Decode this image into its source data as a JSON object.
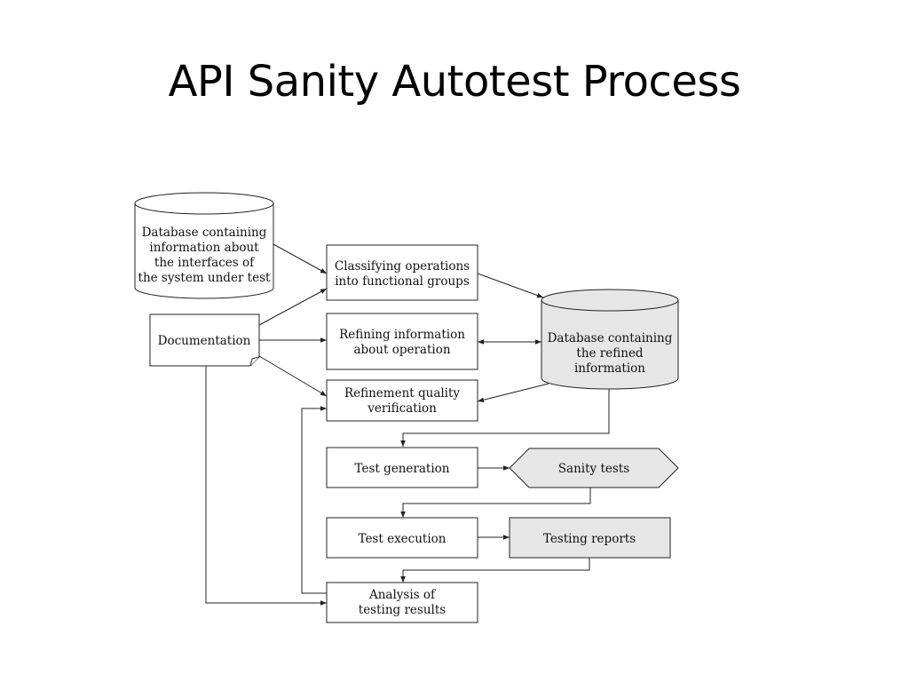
{
  "title": "API Sanity Autotest Process",
  "colors": {
    "line": "#222222",
    "box_fill": "#ffffff",
    "shaded_fill": "#e6e6e6",
    "text": "#111111"
  },
  "nodes": {
    "db_interfaces": {
      "shape": "cylinder",
      "lines": [
        "Database containing",
        "information about",
        "the interfaces of",
        "the system under test"
      ]
    },
    "documentation": {
      "shape": "document",
      "lines": [
        "Documentation"
      ]
    },
    "classifying": {
      "shape": "box",
      "lines": [
        "Classifying operations",
        "into functional groups"
      ]
    },
    "refining": {
      "shape": "box",
      "lines": [
        "Refining information",
        "about operation"
      ]
    },
    "quality": {
      "shape": "box",
      "lines": [
        "Refinement quality",
        "verification"
      ]
    },
    "db_refined": {
      "shape": "cylinder",
      "lines": [
        "Database containing",
        "the refined",
        "information"
      ]
    },
    "test_generation": {
      "shape": "box",
      "lines": [
        "Test generation"
      ]
    },
    "sanity_tests": {
      "shape": "hexagon",
      "lines": [
        "Sanity tests"
      ]
    },
    "test_execution": {
      "shape": "box",
      "lines": [
        "Test execution"
      ]
    },
    "testing_reports": {
      "shape": "box",
      "lines": [
        "Testing reports"
      ]
    },
    "analysis": {
      "shape": "box",
      "lines": [
        "Analysis of",
        "testing results"
      ]
    }
  },
  "edges": [
    {
      "from": "db_interfaces",
      "to": "classifying"
    },
    {
      "from": "documentation",
      "to": "classifying"
    },
    {
      "from": "documentation",
      "to": "refining"
    },
    {
      "from": "documentation",
      "to": "quality"
    },
    {
      "from": "documentation",
      "to": "analysis"
    },
    {
      "from": "classifying",
      "to": "db_refined"
    },
    {
      "from": "refining",
      "to": "db_refined",
      "bidirectional": true
    },
    {
      "from": "db_refined",
      "to": "quality"
    },
    {
      "from": "db_refined",
      "to": "test_generation"
    },
    {
      "from": "test_generation",
      "to": "sanity_tests"
    },
    {
      "from": "sanity_tests",
      "to": "test_execution"
    },
    {
      "from": "test_execution",
      "to": "testing_reports"
    },
    {
      "from": "testing_reports",
      "to": "analysis"
    },
    {
      "from": "analysis",
      "to": "quality"
    }
  ]
}
